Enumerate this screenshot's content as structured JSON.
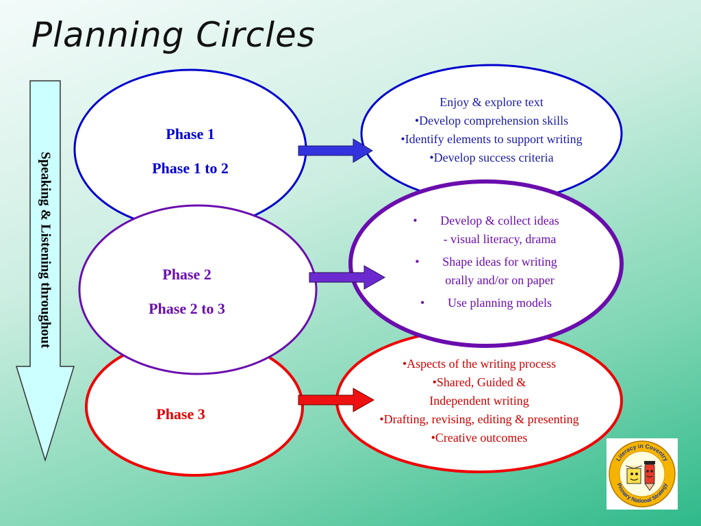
{
  "title": "Planning Circles",
  "side_arrow": {
    "label": "Speaking & Listening throughout"
  },
  "phases": [
    {
      "lines": [
        "Phase 1",
        "Phase 1 to 2"
      ],
      "color": "#0000cc"
    },
    {
      "lines": [
        "Phase 2",
        "Phase 2 to 3"
      ],
      "color": "#6a0dad"
    },
    {
      "lines": [
        "Phase 3"
      ],
      "color": "#dd0000"
    }
  ],
  "details": [
    {
      "color": "#1a1aa8",
      "lines": [
        "Enjoy & explore text",
        "•Develop comprehension skills",
        "•Identify elements to support writing",
        "•Develop success criteria"
      ]
    },
    {
      "color": "#6a0dad",
      "bullets": [
        "Develop & collect ideas\n- visual literacy, drama",
        "Shape ideas for writing\norally and/or on paper",
        "Use planning models"
      ]
    },
    {
      "color": "#cc0000",
      "lines": [
        "•Aspects of the writing process",
        "•Shared, Guided &",
        "Independent writing",
        "•Drafting, revising, editing & presenting",
        "•Creative outcomes"
      ]
    }
  ],
  "logo": {
    "ring_text_top": "Literacy in Coventry",
    "ring_text_bottom": "Primary National Strategy"
  },
  "colors": {
    "blue": "#0000cc",
    "purple": "#6a0dad",
    "red": "#ee0000",
    "arrow_fill": "#ccffff"
  }
}
